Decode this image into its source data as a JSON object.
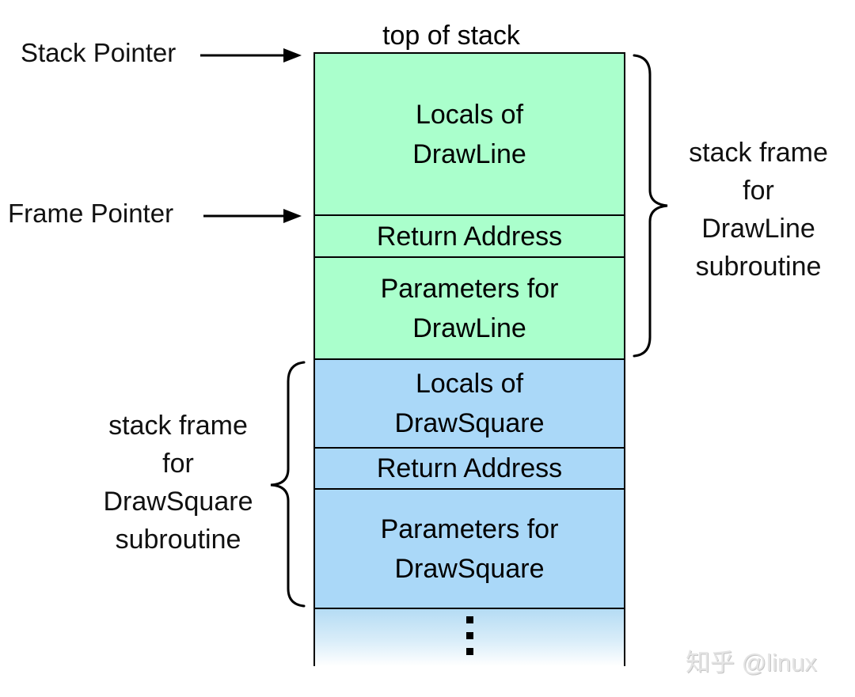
{
  "diagram_title": "top of stack",
  "pointers": {
    "stack_pointer_label": "Stack Pointer",
    "frame_pointer_label": "Frame Pointer"
  },
  "stack": {
    "rows": [
      {
        "frame": "DrawLine",
        "lines": [
          "Locals of",
          "DrawLine"
        ]
      },
      {
        "frame": "DrawLine",
        "lines": [
          "Return Address"
        ]
      },
      {
        "frame": "DrawLine",
        "lines": [
          "Parameters for",
          "DrawLine"
        ]
      },
      {
        "frame": "DrawSquare",
        "lines": [
          "Locals of",
          "DrawSquare"
        ]
      },
      {
        "frame": "DrawSquare",
        "lines": [
          "Return Address"
        ]
      },
      {
        "frame": "DrawSquare",
        "lines": [
          "Parameters for",
          "DrawSquare"
        ]
      }
    ],
    "continuation_ellipsis": "⋮"
  },
  "braces": {
    "drawline": {
      "lines": [
        "stack frame",
        "for",
        "DrawLine",
        "subroutine"
      ]
    },
    "drawsquare": {
      "lines": [
        "stack frame",
        "for",
        "DrawSquare",
        "subroutine"
      ]
    }
  },
  "colors": {
    "drawline_frame_fill": "#aaffcc",
    "drawsquare_frame_fill": "#aad8f8",
    "border": "#000000",
    "watermark_gray": "#e4e4e4"
  },
  "watermark": "知乎 @linux"
}
